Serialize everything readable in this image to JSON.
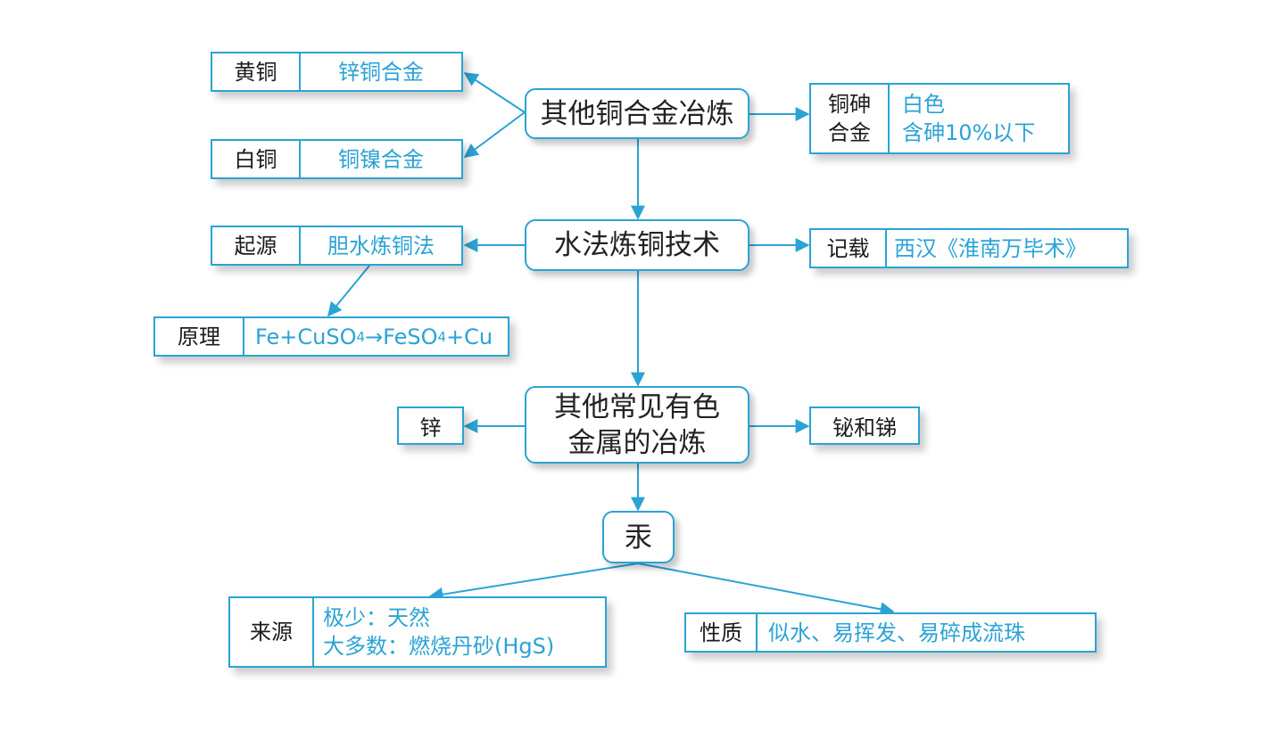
{
  "colors": {
    "accent": "#2aa3d5",
    "text": "#1b1b1b",
    "value_text": "#2aa3d5"
  },
  "nodes": {
    "other_copper_alloy": "其他铜合金冶炼",
    "hydro_copper": "水法炼铜技术",
    "other_nonferrous_line1": "其他常见有色",
    "other_nonferrous_line2": "金属的冶炼",
    "mercury": "汞"
  },
  "labels": {
    "brass": {
      "key": "黄铜",
      "value": "锌铜合金"
    },
    "cupronickel": {
      "key": "白铜",
      "value": "铜镍合金"
    },
    "arsenic_copper": {
      "key_line1": "铜砷",
      "key_line2": "合金",
      "value_line1": "白色",
      "value_line2": "含砷10%以下"
    },
    "origin": {
      "key": "起源",
      "value": "胆水炼铜法"
    },
    "record": {
      "key": "记载",
      "value": "西汉《淮南万毕术》"
    },
    "principle": {
      "key": "原理",
      "formula_p1": "Fe+CuSO",
      "formula_sub1": "4",
      "formula_p2": "→FeSO",
      "formula_sub2": "4",
      "formula_p3": "+Cu"
    },
    "zinc": "锌",
    "bismuth_antimony": "铋和锑",
    "mercury_source": {
      "key": "来源",
      "value_line1": "极少：天然",
      "value_line2": "大多数：燃烧丹砂(HgS)"
    },
    "mercury_property": {
      "key": "性质",
      "value": "似水、易挥发、易碎成流珠"
    }
  }
}
